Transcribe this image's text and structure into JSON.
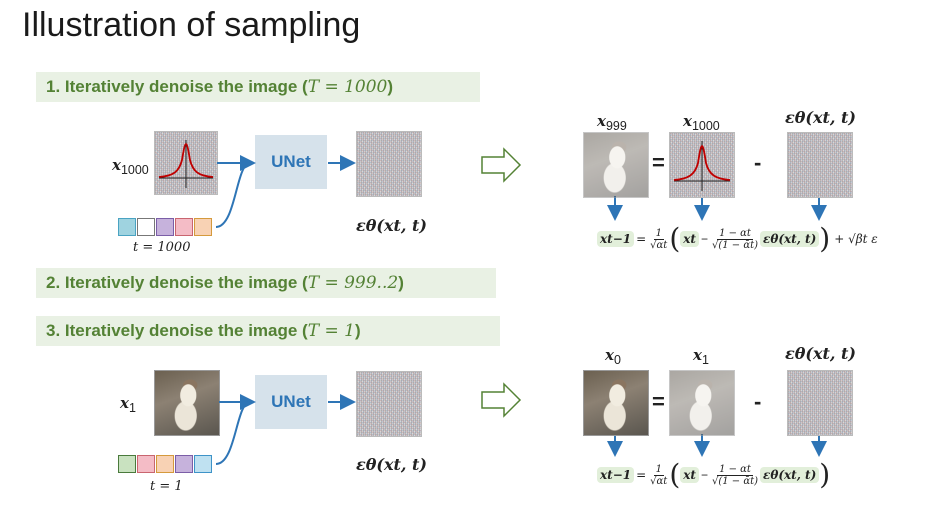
{
  "title": "Illustration of sampling",
  "steps": [
    {
      "text": "1. Iteratively denoise the image (",
      "math": "T = 1000",
      "close": ")"
    },
    {
      "text": "2. Iteratively denoise the image (",
      "math": "T = 999..2",
      "close": ")"
    },
    {
      "text": "3. Iteratively denoise the image (",
      "math": "T = 1",
      "close": ")"
    }
  ],
  "row1": {
    "input_label": "x",
    "input_sub": "1000",
    "unet": "UNet",
    "output_label": "εθ(xt, t)",
    "t_label": "t = 1000",
    "seq_colors": [
      "#9fd3e0",
      "#ffffff",
      "#c6b2dc",
      "#f4bcc6",
      "#f8d2b4"
    ],
    "seq_borders": [
      "#4aa3c2",
      "#777777",
      "#7b5ea7",
      "#c9656f",
      "#d59a3c"
    ]
  },
  "row2": {
    "input_label": "x",
    "input_sub": "1",
    "unet": "UNet",
    "output_label": "εθ(xt, t)",
    "t_label": "t = 1",
    "seq_colors": [
      "#c9e2c0",
      "#f4bcc6",
      "#f8d2b4",
      "#c6b2dc",
      "#bfe1f1"
    ],
    "seq_borders": [
      "#4a7a3c",
      "#c9656f",
      "#d59a3c",
      "#7b5ea7",
      "#3e93c8"
    ]
  },
  "eq1": {
    "labels": {
      "a": "x",
      "a_sub": "999",
      "b": "x",
      "b_sub": "1000",
      "c": "εθ(xt, t)"
    },
    "equals": "=",
    "minus": "-",
    "lhs": "xt−1",
    "eq": "=",
    "frac1_num": "1",
    "frac1_den": "√αt",
    "xt": "xt",
    "minus2": "−",
    "frac2_num": "1 − αt",
    "frac2_den": "√(1 − ᾱt)",
    "eps": "εθ(xt, t)",
    "noise_term": "+ √βt ε"
  },
  "eq2": {
    "labels": {
      "a": "x",
      "a_sub": "0",
      "b": "x",
      "b_sub": "1",
      "c": "εθ(xt, t)"
    },
    "equals": "=",
    "minus": "-",
    "lhs": "xt−1",
    "eq": "=",
    "frac1_num": "1",
    "frac1_den": "√αt",
    "xt": "xt",
    "minus2": "−",
    "frac2_num": "1 − αt",
    "frac2_den": "√(1 − ᾱt)",
    "eps": "εθ(xt, t)"
  },
  "colors": {
    "accent_green": "#548235",
    "step_bg": "#e9f1e4",
    "arrow_blue": "#2e75b6",
    "unet_bg": "#d6e2eb",
    "eq_highlight": "#e2efda",
    "gaussian_red": "#c00000"
  },
  "icons": [
    "right-hollow-arrow-icon",
    "gaussian-curve-icon"
  ]
}
